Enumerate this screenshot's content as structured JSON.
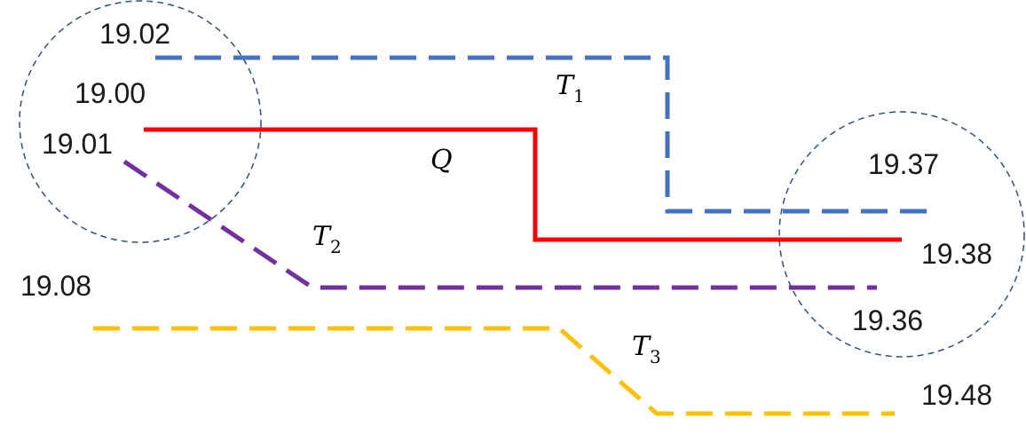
{
  "labels": {
    "t1_top": "19.02",
    "t1_end": "19.37",
    "q_start": "19.00",
    "q_end": "19.38",
    "t2_start": "19.01",
    "t2_end": "19.36",
    "t3_start": "19.08",
    "t3_end": "19.48"
  },
  "series": {
    "t1": {
      "symbol": "T",
      "subscript": "1",
      "color": "#4472C4",
      "style": "dashed"
    },
    "q": {
      "symbol": "Q",
      "color": "#FF0000",
      "style": "solid"
    },
    "t2": {
      "symbol": "T",
      "subscript": "2",
      "color": "#7030A0",
      "style": "dashed"
    },
    "t3": {
      "symbol": "T",
      "subscript": "3",
      "color": "#FFC000",
      "style": "dashed"
    }
  },
  "circles": {
    "color": "#2F4F7F",
    "style": "dashed"
  }
}
